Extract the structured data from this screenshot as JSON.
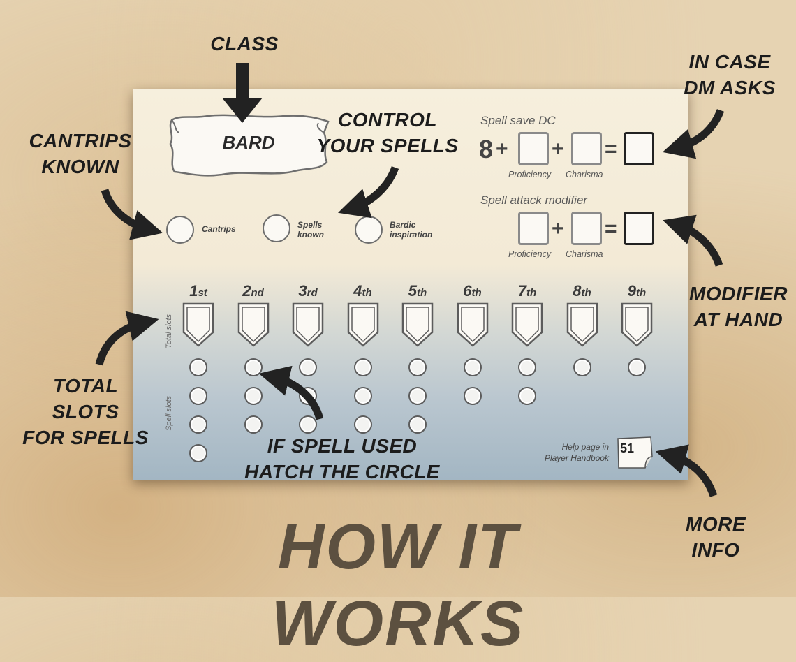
{
  "callouts": {
    "class": "CLASS",
    "dm_line1": "IN CASE",
    "dm_line2": "DM ASKS",
    "control_line1": "CONTROL",
    "control_line2": "YOUR SPELLS",
    "cantrips_line1": "CANTRIPS",
    "cantrips_line2": "KNOWN",
    "modifier_line1": "MODIFIER",
    "modifier_line2": "AT HAND",
    "total_line1": "TOTAL",
    "total_line2": "SLOTS",
    "total_line3": "FOR SPELLS",
    "hatch_line1": "IF SPELL USED",
    "hatch_line2": "HATCH THE CIRCLE",
    "info_line1": "MORE",
    "info_line2": "INFO"
  },
  "title": "HOW IT WORKS",
  "sheet": {
    "class_name": "BARD",
    "stats": {
      "cantrips": "Cantrips",
      "spells_line1": "Spells",
      "spells_line2": "known",
      "bardic_line1": "Bardic",
      "bardic_line2": "inspiration"
    },
    "save_dc": {
      "title": "Spell save DC",
      "base": "8",
      "proficiency": "Proficiency",
      "charisma": "Charisma"
    },
    "attack": {
      "title": "Spell attack modifier",
      "proficiency": "Proficiency",
      "charisma": "Charisma"
    },
    "total_slots_label": "Total slots",
    "spell_slots_label": "Spell slots",
    "levels": [
      {
        "num": "1",
        "suffix": "st",
        "slots": 4
      },
      {
        "num": "2",
        "suffix": "nd",
        "slots": 3
      },
      {
        "num": "3",
        "suffix": "rd",
        "slots": 3
      },
      {
        "num": "4",
        "suffix": "th",
        "slots": 3
      },
      {
        "num": "5",
        "suffix": "th",
        "slots": 3
      },
      {
        "num": "6",
        "suffix": "th",
        "slots": 2
      },
      {
        "num": "7",
        "suffix": "th",
        "slots": 2
      },
      {
        "num": "8",
        "suffix": "th",
        "slots": 1
      },
      {
        "num": "9",
        "suffix": "th",
        "slots": 1
      }
    ],
    "help_line1": "Help page in",
    "help_line2": "Player Handbook",
    "help_page": "51"
  },
  "colors": {
    "background": "#e6d3b2",
    "ink": "#1c1c1c",
    "title": "#5c5040"
  }
}
